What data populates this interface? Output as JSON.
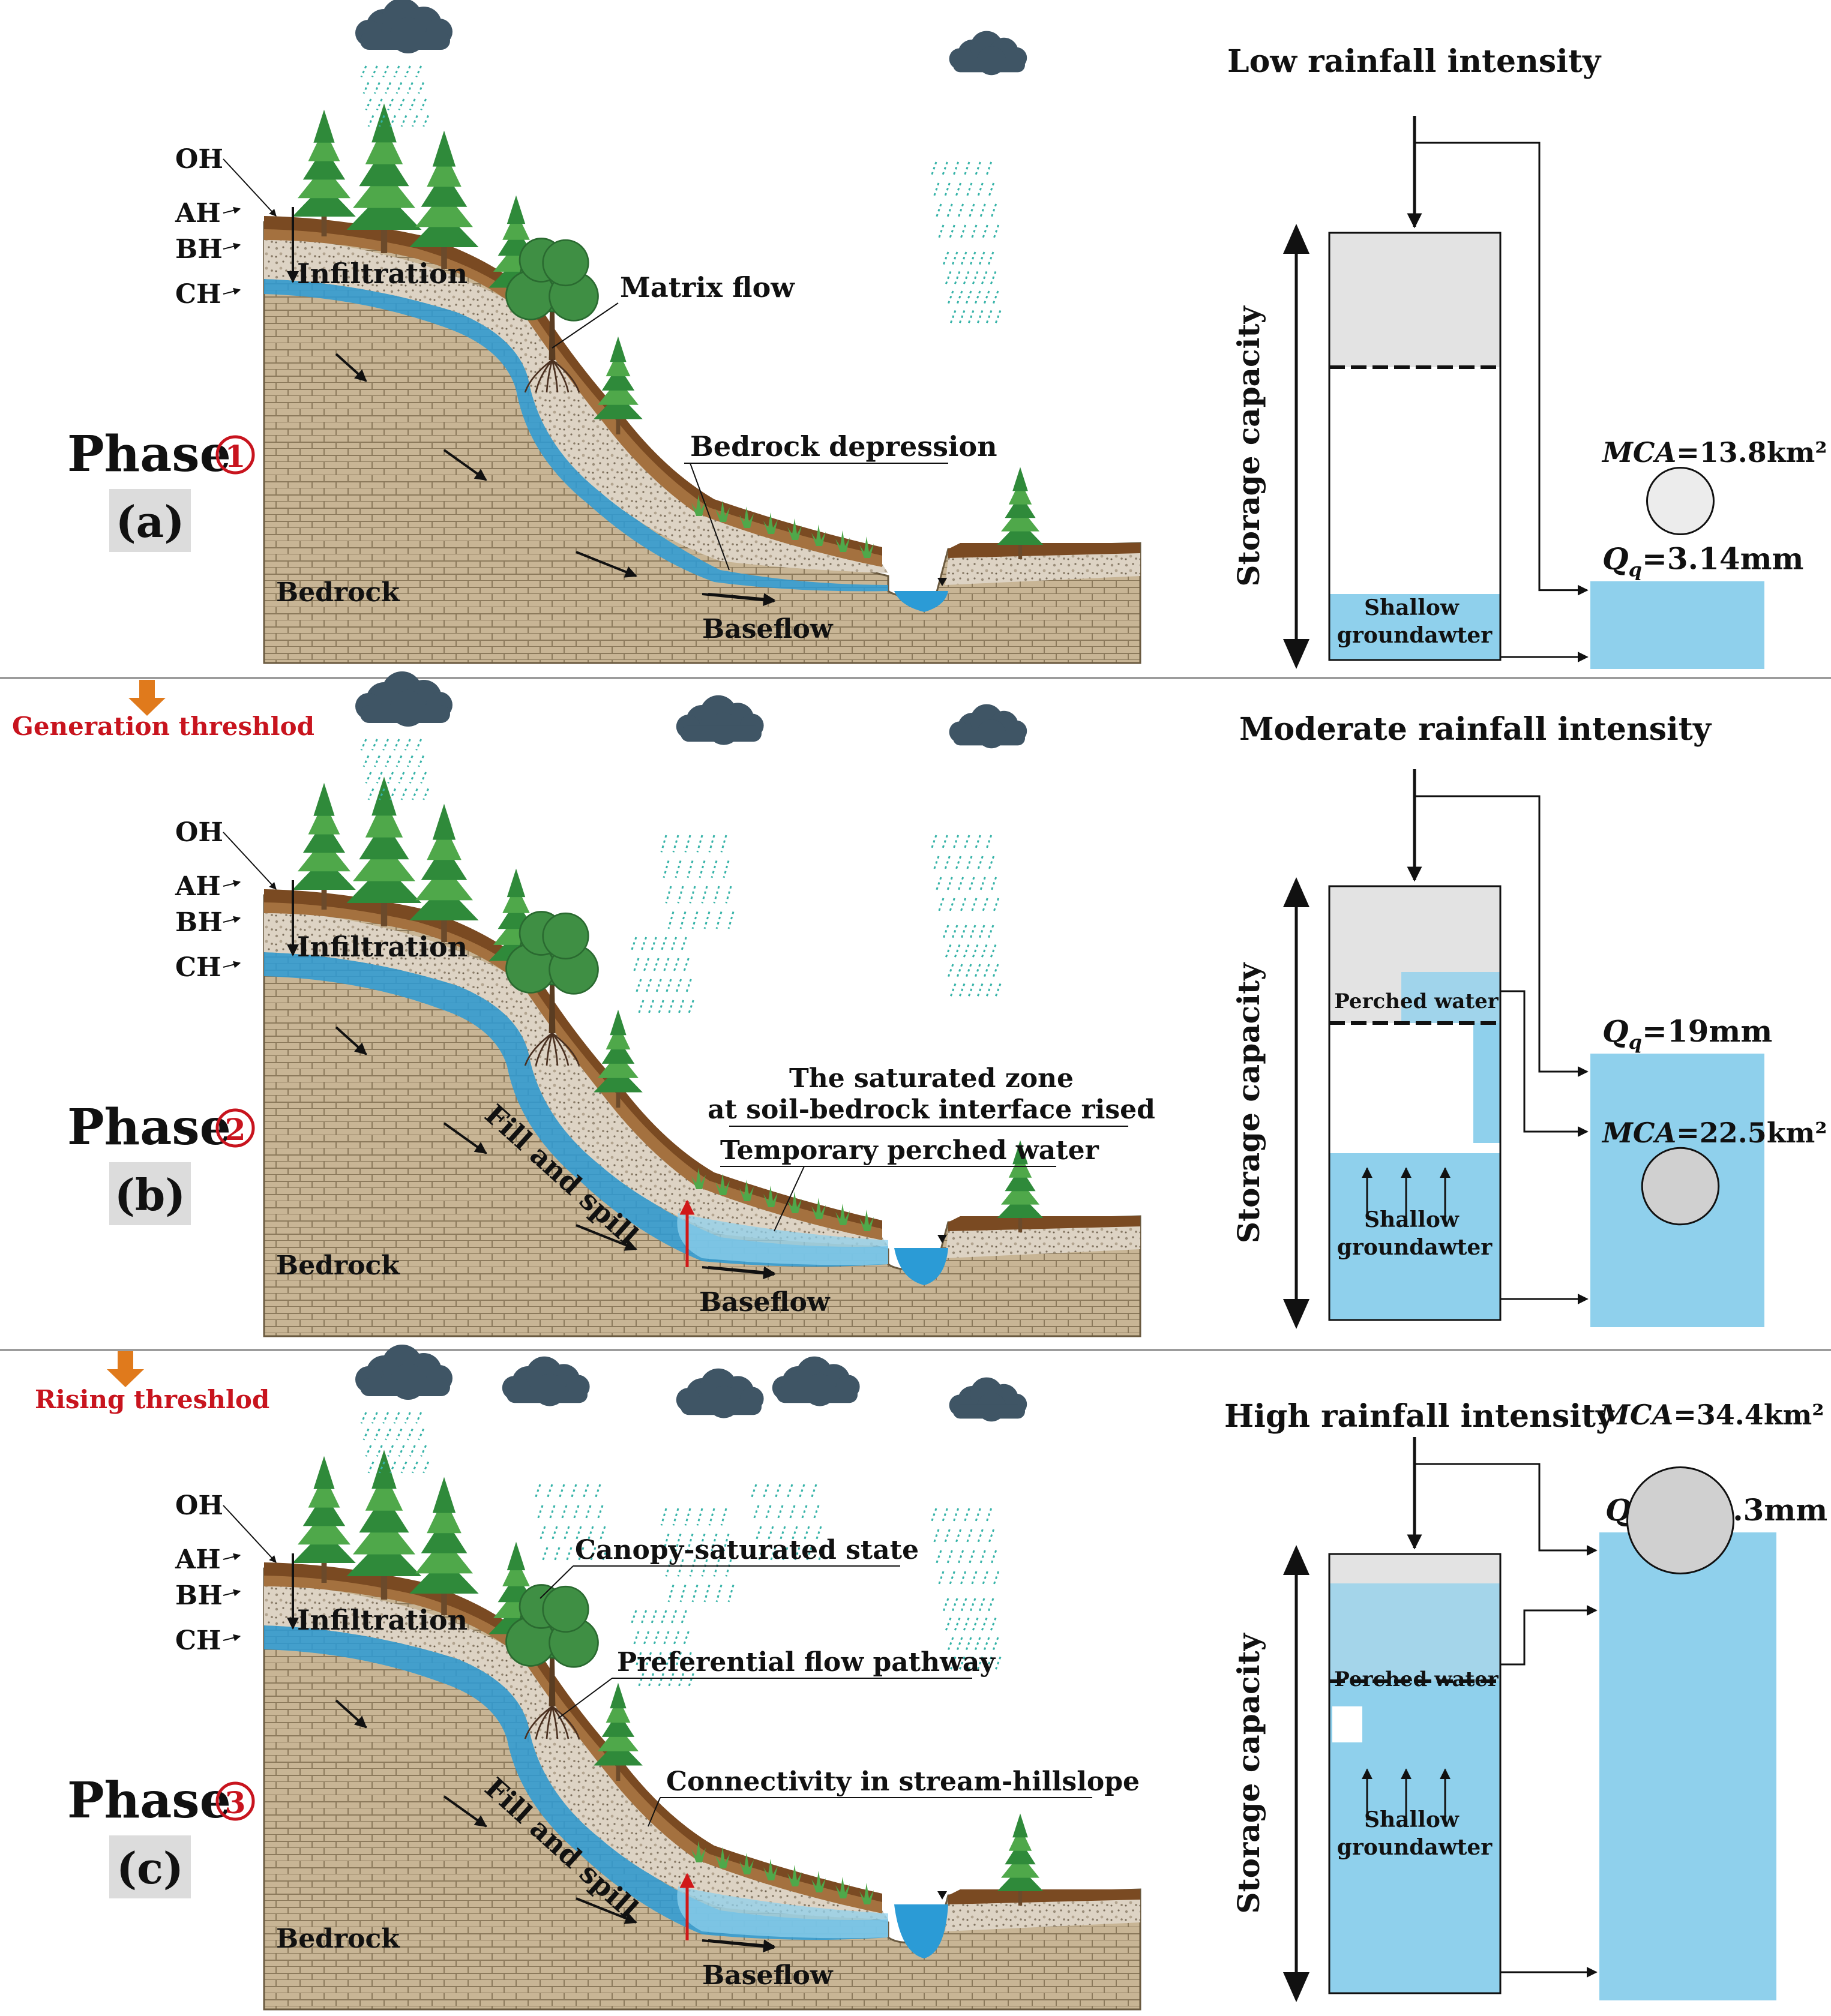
{
  "thresholds": {
    "generation": "Generation threshlod",
    "rising": "Rising threshlod"
  },
  "horizons": [
    "OH",
    "AH",
    "BH",
    "CH"
  ],
  "common": {
    "infiltration": "Infiltration",
    "bedrock": "Bedrock",
    "baseflow": "Baseflow",
    "phase_word": "Phase",
    "storage_capacity": "Storage capacity",
    "shallow_line1": "Shallow",
    "shallow_line2": "groundawter",
    "mca_label": "MCA",
    "q_label": "Q",
    "q_sub": "q"
  },
  "panels": [
    {
      "phase_number": "1",
      "panel_letter": "(a)",
      "rainfall_title": "Low rainfall intensity",
      "annotations": [
        "Matrix flow",
        "Bedrock depression"
      ],
      "mca_value": "=13.8km²",
      "q_value": "=3.14mm",
      "perched_water": ""
    },
    {
      "phase_number": "2",
      "panel_letter": "(b)",
      "rainfall_title": "Moderate rainfall intensity",
      "annotations": [
        "Fill and spill",
        "The saturated zone",
        "at soil-bedrock interface rised",
        "Temporary perched water"
      ],
      "mca_value": "=22.5km²",
      "q_value": "=19mm",
      "perched_water": "Perched water"
    },
    {
      "phase_number": "3",
      "panel_letter": "(c)",
      "rainfall_title": "High rainfall intensity",
      "annotations": [
        "Fill and spill",
        "Canopy-saturated state",
        "Preferential flow pathway",
        "Connectivity in stream-hillslope"
      ],
      "mca_value": "=34.4km²",
      "q_value": "=138.3mm",
      "perched_water": "Perched water"
    }
  ],
  "colors": {
    "water": "#8fd0ec",
    "water_dark": "#2b9bd6",
    "bedrock": "#c8b595",
    "soil_dark": "#7a4a22",
    "soil_mid": "#a4713f",
    "gravel": "#d9cfc0",
    "storage_grey": "#e3e3e3",
    "mca_circle": "#d0d0d0",
    "threshold_arrow": "#e07a1c",
    "phase_red": "#c8141e",
    "cloud": "#3f5565",
    "tree_green": "#3f9c3a"
  },
  "mca_fraction": [
    0.4,
    0.5,
    0.8
  ],
  "q_fraction": [
    0.12,
    0.55,
    1.0
  ]
}
